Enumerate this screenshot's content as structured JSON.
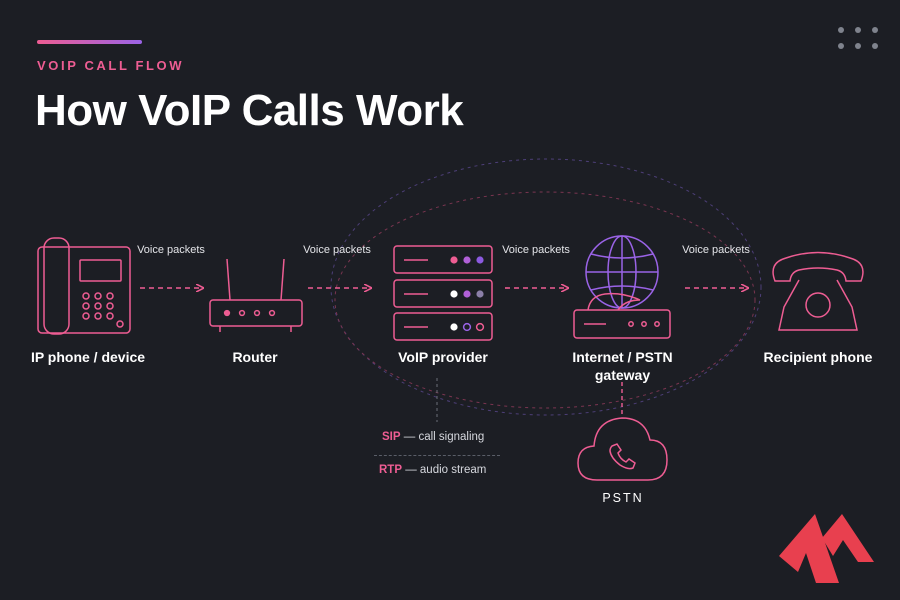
{
  "header": {
    "eyebrow": "VOIP CALL FLOW",
    "title": "How VoIP Calls Work"
  },
  "nodes": [
    {
      "label": "IP phone / device",
      "icon": "ip-phone-icon"
    },
    {
      "label": "Router",
      "icon": "router-icon"
    },
    {
      "label": "VoIP provider",
      "icon": "server-stack-icon"
    },
    {
      "label": "Internet / PSTN gateway",
      "icon": "globe-gateway-icon"
    },
    {
      "label": "Recipient phone",
      "icon": "rotary-phone-icon"
    }
  ],
  "connectors": [
    {
      "label": "Voice packets"
    },
    {
      "label": "Voice packets"
    },
    {
      "label": "Voice packets"
    },
    {
      "label": "Voice packets"
    }
  ],
  "legend": [
    {
      "key": "SIP",
      "desc": "— call signaling"
    },
    {
      "key": "RTP",
      "desc": "— audio stream"
    }
  ],
  "pstn": {
    "label": "PSTN",
    "icon": "cloud-phone-icon"
  },
  "colors": {
    "background": "#1c1e24",
    "accent_pink": "#ee5d93",
    "accent_purple": "#9a63e6",
    "logo_red": "#e8404f"
  },
  "logo": {
    "icon": "m-logo-icon"
  }
}
